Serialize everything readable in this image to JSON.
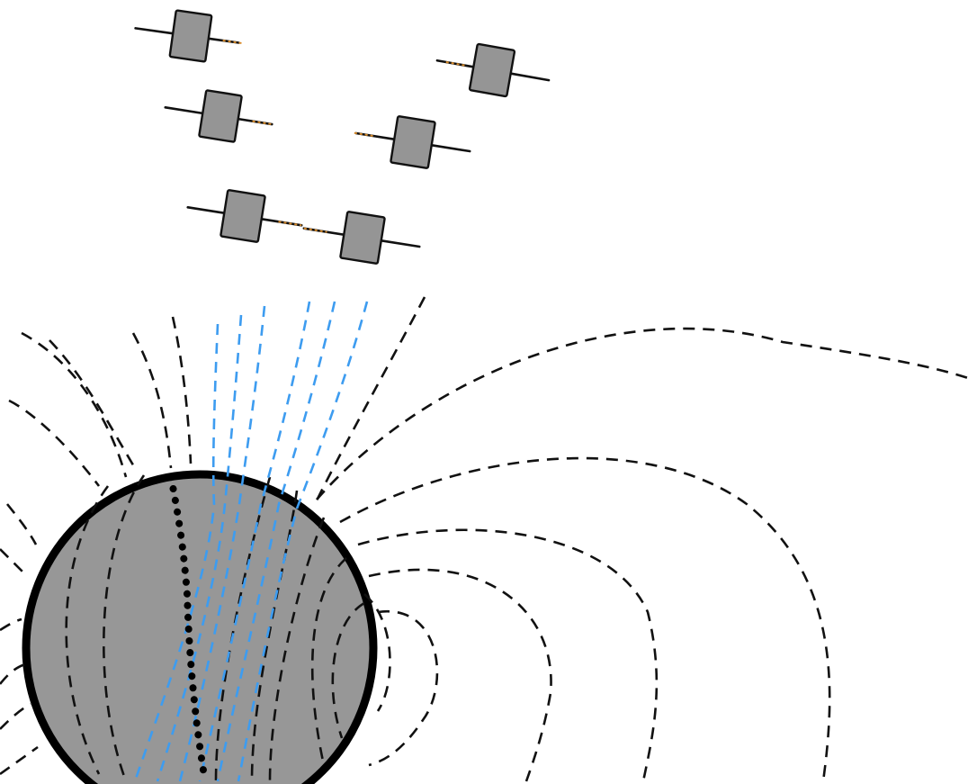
{
  "figure": {
    "caption": "",
    "colors": {
      "background": "#ffffff",
      "planet_fill": "#979797",
      "outline": "#000000",
      "field_line": "#111111",
      "polar_field_line": "#3d9cf0",
      "satellite_body": "#959595",
      "antenna_tip": "#d78a2a"
    },
    "elements": {
      "planet": "planet-body",
      "rotation_axis": "dotted-axis",
      "field_lines": "dashed-magnetic-field-lines",
      "polar_lines": "blue-dashed-polar-field-lines",
      "satellites": "satellite-icon",
      "satellite_count": 6
    }
  }
}
